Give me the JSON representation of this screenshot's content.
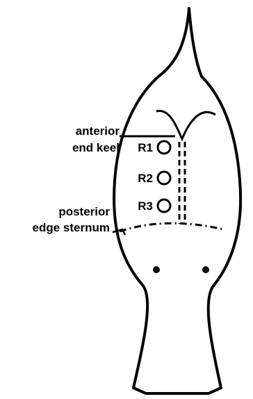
{
  "diagram": {
    "labels": {
      "anterior_line1": "anterior",
      "anterior_line2": "end keel",
      "posterior_line1": "posterior",
      "posterior_line2": "edge sternum"
    },
    "sites": [
      {
        "label": "R1"
      },
      {
        "label": "R2"
      },
      {
        "label": "R3"
      }
    ],
    "colors": {
      "ink": "#000000",
      "background": "#ffffff"
    }
  }
}
